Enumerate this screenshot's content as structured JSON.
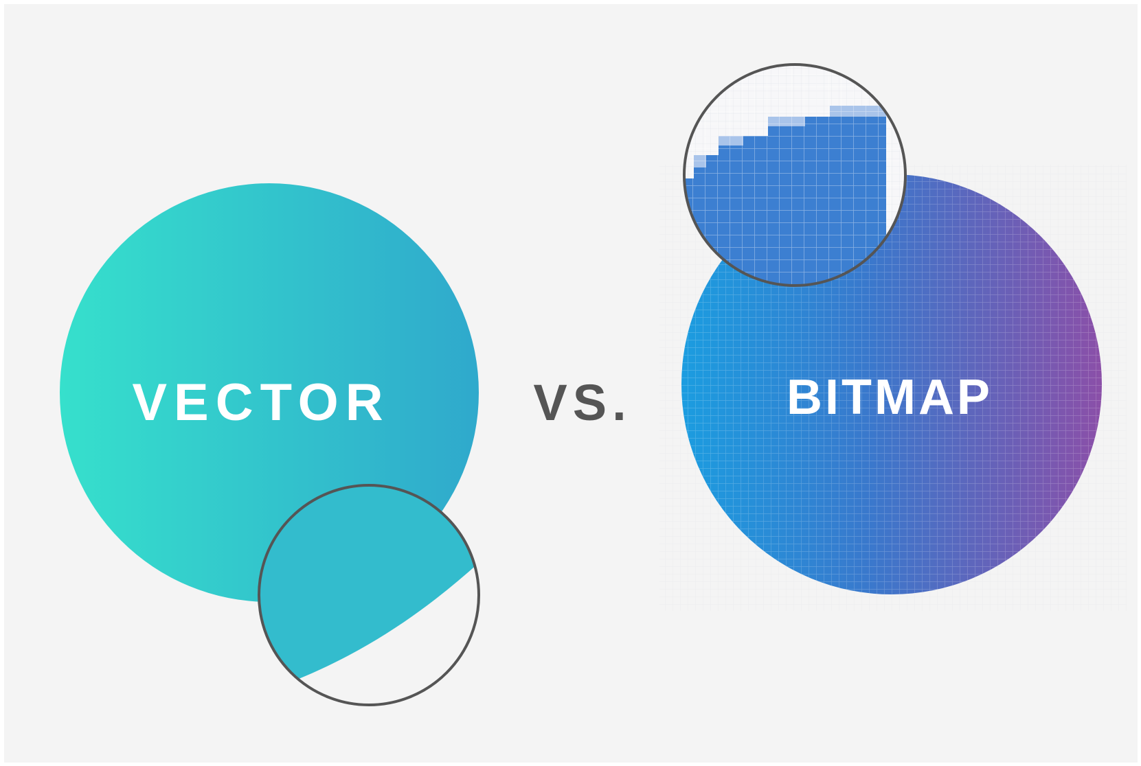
{
  "colors": {
    "background": "#f4f4f4",
    "vector_gradient_start": "#36e0cc",
    "vector_gradient_end": "#2fa9cc",
    "bitmap_gradient_start": "#1b9de0",
    "bitmap_gradient_end": "#8b4fa8",
    "lens_stroke": "#555555",
    "vs_text": "#555555",
    "label_text": "#ffffff"
  },
  "labels": {
    "vector": "VECTOR",
    "vs": "VS.",
    "bitmap": "BITMAP"
  },
  "icons": {
    "vector_magnifier": "magnifier-lens-icon",
    "bitmap_magnifier": "magnifier-lens-icon"
  }
}
